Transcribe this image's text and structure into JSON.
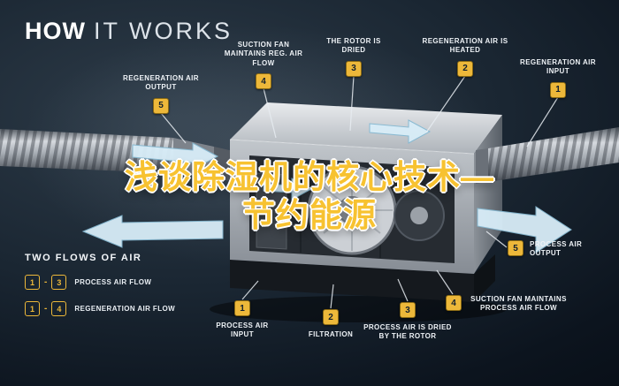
{
  "title": {
    "bold": "HOW",
    "light": "IT WORKS"
  },
  "overlay_title": {
    "line1": "浅谈除湿机的核心技术—",
    "line2": "节约能源"
  },
  "legend": {
    "heading": "TWO FLOWS OF AIR",
    "rows": [
      {
        "start": "1",
        "sep": "-",
        "end": "3",
        "label": "PROCESS AIR FLOW"
      },
      {
        "start": "1",
        "sep": "-",
        "end": "4",
        "label": "REGENERATION AIR FLOW"
      }
    ]
  },
  "callouts": {
    "reg_output": {
      "num": "5",
      "label": "REGENERATION AIR OUTPUT"
    },
    "suction_reg": {
      "num": "4",
      "label": "SUCTION FAN MAINTAINS REG. AIR FLOW"
    },
    "rotor_dried": {
      "num": "3",
      "label": "THE ROTOR IS DRIED"
    },
    "reg_heated": {
      "num": "2",
      "label": "REGENERATION AIR IS HEATED"
    },
    "reg_input": {
      "num": "1",
      "label": "REGENERATION AIR INPUT"
    },
    "process_input": {
      "num": "1",
      "label": "PROCESS AIR INPUT"
    },
    "filtration": {
      "num": "2",
      "label": "FILTRATION"
    },
    "process_dried": {
      "num": "3",
      "label": "PROCESS AIR IS DRIED BY THE ROTOR"
    },
    "suction_process": {
      "num": "4",
      "label": "SUCTION FAN MAINTAINS PROCESS AIR FLOW"
    },
    "process_output": {
      "num": "5",
      "label": "PROCESS AIR OUTPUT"
    }
  },
  "colors": {
    "background": "#0d1826",
    "accent_gold": "#edb83a",
    "label_text": "#eef2f6",
    "airflow_blue": "#d8edf8",
    "overlay_yellow": "#f7c231"
  }
}
